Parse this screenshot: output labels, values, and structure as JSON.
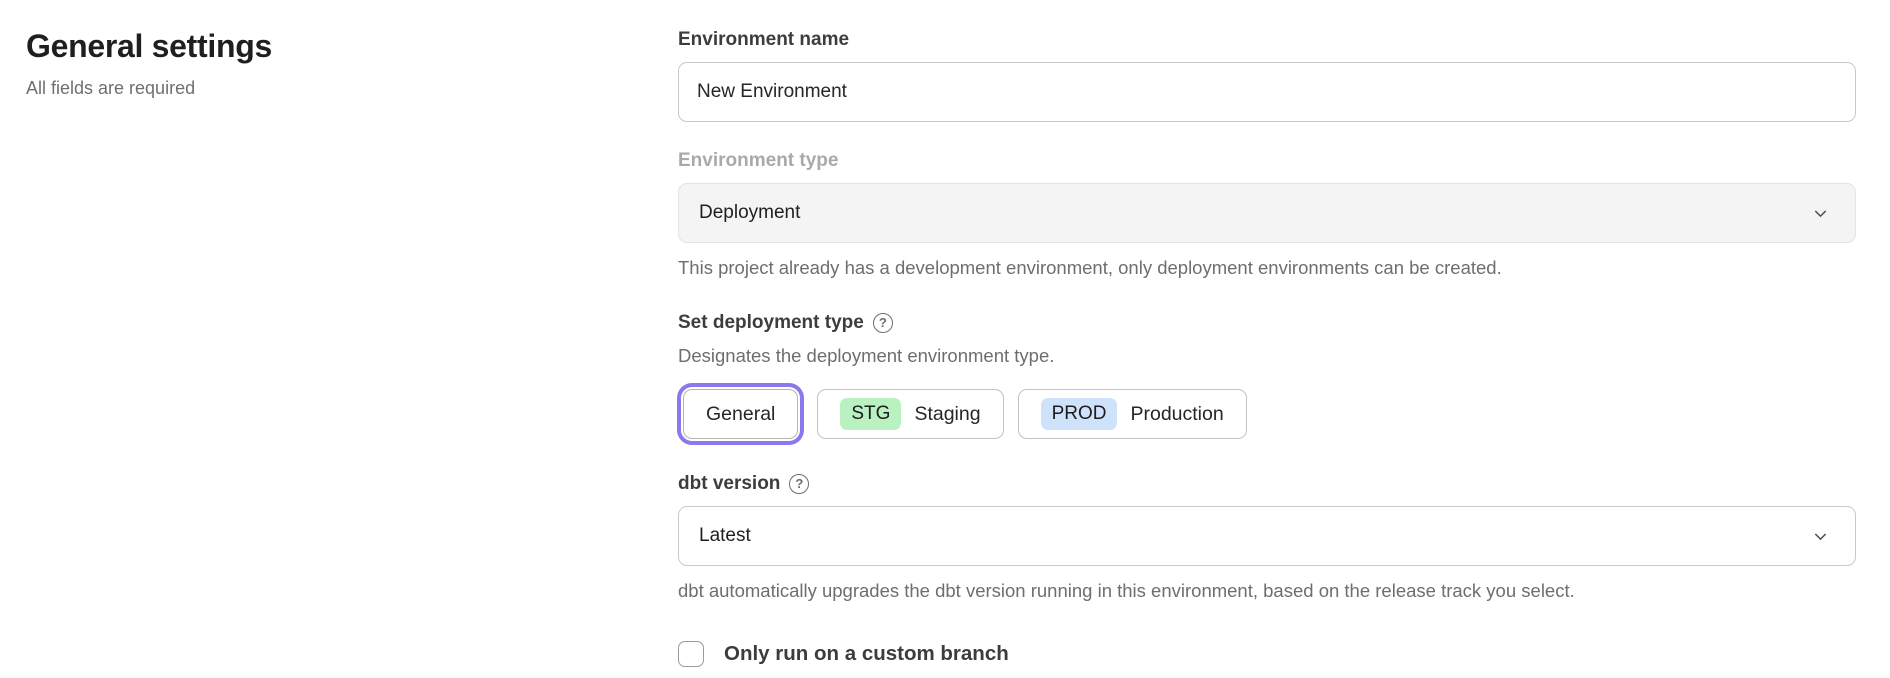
{
  "page": {
    "title": "General settings",
    "subtitle": "All fields are required"
  },
  "form": {
    "environment_name": {
      "label": "Environment name",
      "value": "New Environment"
    },
    "environment_type": {
      "label": "Environment type",
      "value": "Deployment",
      "state": "disabled",
      "helper": "This project already has a development environment, only deployment environments can be created."
    },
    "deployment_type": {
      "label": "Set deployment type",
      "help_icon": "question-mark-circle",
      "helper": "Designates the deployment environment type.",
      "options": [
        {
          "label": "General",
          "badge": "",
          "selected": true
        },
        {
          "label": "Staging",
          "badge": "STG",
          "badge_color": "#b9f1c1",
          "selected": false
        },
        {
          "label": "Production",
          "badge": "PROD",
          "badge_color": "#cfe2fb",
          "selected": false
        }
      ]
    },
    "dbt_version": {
      "label": "dbt version",
      "help_icon": "question-mark-circle",
      "value": "Latest",
      "helper": "dbt automatically upgrades the dbt version running in this environment, based on the release track you select."
    },
    "custom_branch": {
      "label": "Only run on a custom branch",
      "checked": false
    }
  },
  "colors": {
    "focus_ring_accent": "#8b78ef",
    "badge_staging_bg": "#b9f1c1",
    "badge_production_bg": "#cfe2fb",
    "disabled_field_bg": "#f4f4f4"
  }
}
